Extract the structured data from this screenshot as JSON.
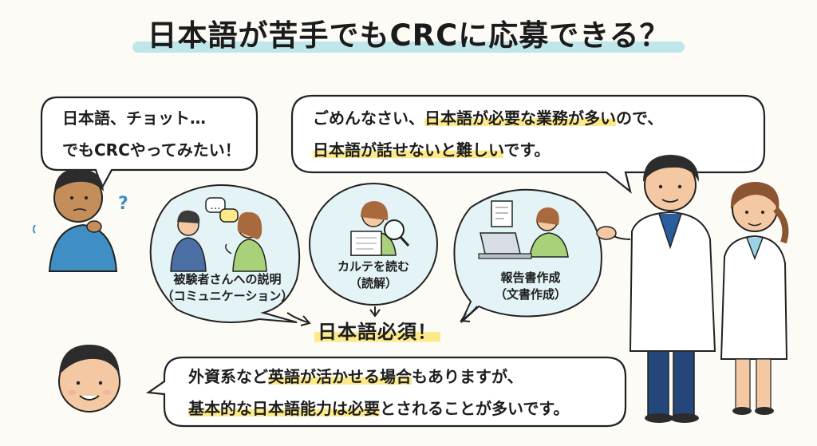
{
  "title": "日本語が苦手でもCRCに応募できる？",
  "left_bubble": {
    "line1": "日本語、チョット…",
    "line2": "でもCRCやってみたい！"
  },
  "right_bubble": {
    "line1_pre": "ごめんなさい、",
    "line1_hl": "日本語が必要な業務が多い",
    "line1_post": "ので、",
    "line2_hl": "日本語が話せないと難しい",
    "line2_post": "です。"
  },
  "tasks": [
    {
      "label": "被験者さんへの説明",
      "sub": "（コミュニケーション）"
    },
    {
      "label": "カルテを読む",
      "sub": "（読解）"
    },
    {
      "label": "報告書作成",
      "sub": "（文書作成）"
    }
  ],
  "must_label": "日本語必須！",
  "question_mark": "?",
  "speech_dots": "…",
  "bottom_bubble": {
    "line1_pre": "外資系など",
    "line1_hl": "英語が活かせる場合",
    "line1_post": "もありますが、",
    "line2_hl": "基本的な日本語能力は必要",
    "line2_post": "とされることが多いです。"
  },
  "colors": {
    "title_highlight": "#bfe6ea",
    "text_highlight": "#fbe98a",
    "task_circle": "#e3f3f6",
    "scrub_blue": "#3f8fc4",
    "coat": "#ffffff",
    "skin": "#f3c8a2"
  }
}
